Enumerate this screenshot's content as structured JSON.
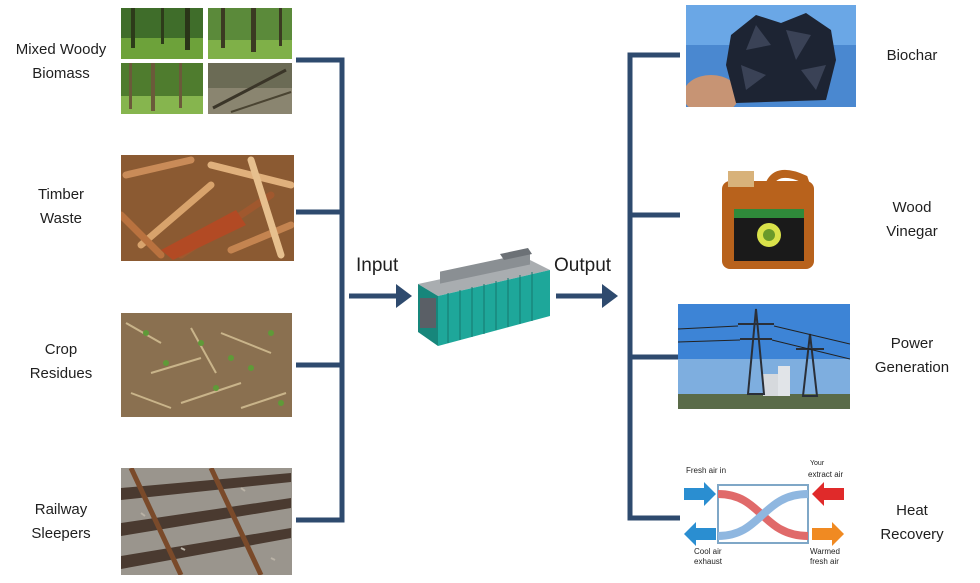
{
  "inputs": [
    {
      "line1": "Mixed Woody",
      "line2": "Biomass"
    },
    {
      "line1": "Timber",
      "line2": "Waste"
    },
    {
      "line1": "Crop",
      "line2": "Residues"
    },
    {
      "line1": "Railway",
      "line2": "Sleepers"
    }
  ],
  "outputs": [
    {
      "line1": "Biochar",
      "line2": ""
    },
    {
      "line1": "Wood",
      "line2": "Vinegar"
    },
    {
      "line1": "Power",
      "line2": "Generation"
    },
    {
      "line1": "Heat",
      "line2": "Recovery"
    }
  ],
  "flow": {
    "input_label": "Input",
    "output_label": "Output"
  },
  "heat_recovery_diagram": {
    "fresh_air_in": "Fresh air in",
    "extract_air_top": "Your",
    "extract_air": "extract air",
    "cool_air": "Cool air",
    "exhaust": "exhaust",
    "warmed": "Warmed",
    "fresh_air": "fresh air"
  },
  "colors": {
    "line": "#2e4a6e",
    "container": "#1ea79a"
  }
}
